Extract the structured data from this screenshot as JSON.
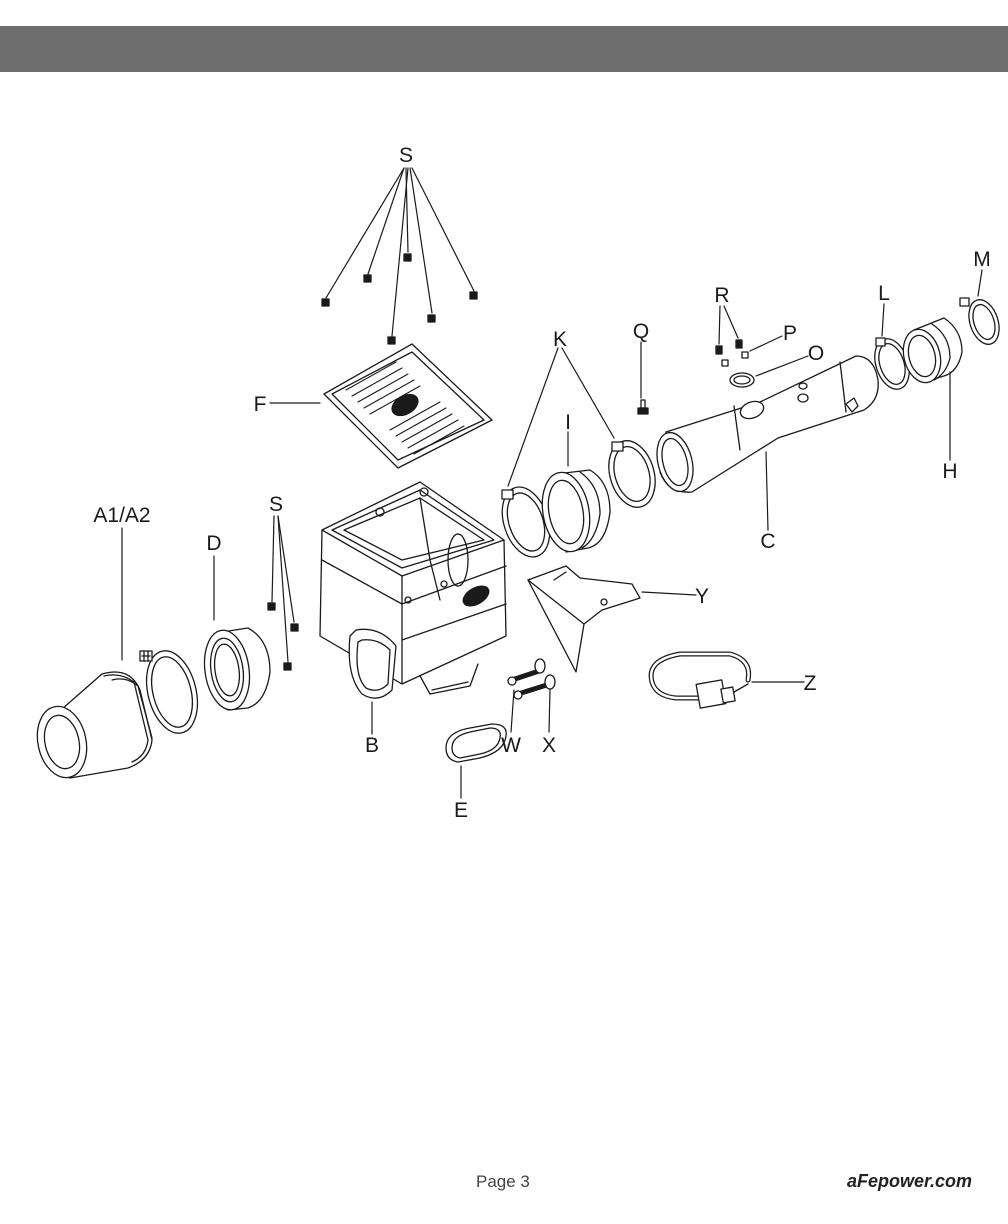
{
  "header": {
    "bar_color": "#6e6e6e"
  },
  "diagram": {
    "line_color": "#1a1a1a",
    "parts": [
      {
        "id": "S_top",
        "label": "S"
      },
      {
        "id": "F",
        "label": "F"
      },
      {
        "id": "A1A2",
        "label": "A1/A2"
      },
      {
        "id": "D",
        "label": "D"
      },
      {
        "id": "S_mid",
        "label": "S"
      },
      {
        "id": "B",
        "label": "B"
      },
      {
        "id": "E",
        "label": "E"
      },
      {
        "id": "W",
        "label": "W"
      },
      {
        "id": "X",
        "label": "X"
      },
      {
        "id": "K",
        "label": "K"
      },
      {
        "id": "I",
        "label": "I"
      },
      {
        "id": "Q",
        "label": "Q"
      },
      {
        "id": "R",
        "label": "R"
      },
      {
        "id": "P",
        "label": "P"
      },
      {
        "id": "O",
        "label": "O"
      },
      {
        "id": "C",
        "label": "C"
      },
      {
        "id": "L",
        "label": "L"
      },
      {
        "id": "M",
        "label": "M"
      },
      {
        "id": "H",
        "label": "H"
      },
      {
        "id": "Y",
        "label": "Y"
      },
      {
        "id": "Z",
        "label": "Z"
      }
    ]
  },
  "footer": {
    "page": "Page 3",
    "site": "aFepower.com"
  }
}
